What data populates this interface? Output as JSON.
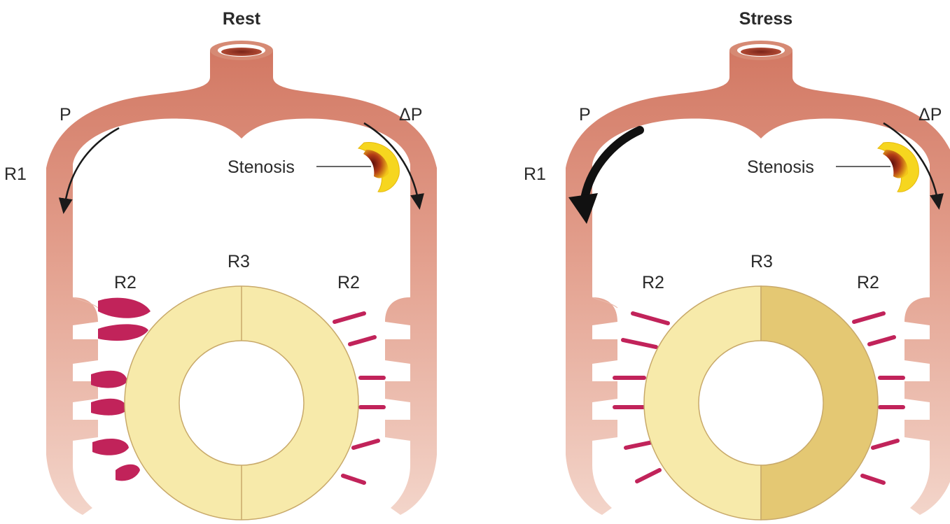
{
  "panels": [
    {
      "title": "Rest",
      "labels": {
        "p": "P",
        "dp": "ΔP",
        "r1": "R1",
        "r2_left": "R2",
        "r3": "R3",
        "r2_right": "R2",
        "stenosis": "Stenosis"
      }
    },
    {
      "title": "Stress",
      "labels": {
        "p": "P",
        "dp": "ΔP",
        "r1": "R1",
        "r2_left": "R2",
        "r3": "R3",
        "r2_right": "R2",
        "stenosis": "Stenosis"
      }
    }
  ],
  "colors": {
    "vessel_top": "#d27863",
    "vessel_bottom": "#f1cfc3",
    "ring": "#f7eaaa",
    "ring_ischemic": "#e4c873",
    "ring_border": "#c8a96a",
    "microvessel": "#c1235a",
    "stenosis_outer": "#f5d21c",
    "stenosis_core": "#6a1010",
    "arrow": "#1a1a1a"
  }
}
